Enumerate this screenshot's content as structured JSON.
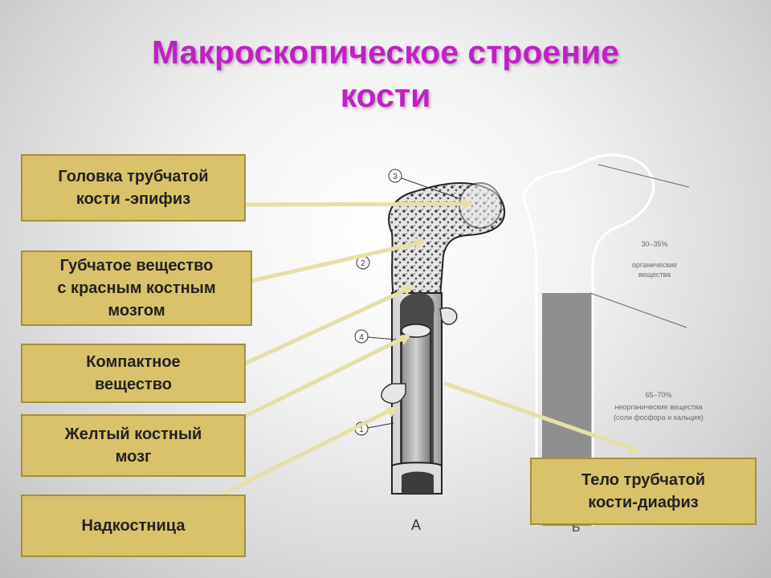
{
  "title": {
    "line1": "Макроскопическое строение",
    "line2": "кости"
  },
  "labels": {
    "epiphysis": "Головка трубчатой\nкости -эпифиз",
    "spongy": "Губчатое вещество\nс красным костным\nмозгом",
    "compact": "Компактное\nвещество",
    "yellow_marrow": "Желтый костный\nмозг",
    "periosteum": "Надкостница",
    "diaphysis": "Тело трубчатой\nкости-диафиз"
  },
  "diagram": {
    "markers": [
      "3",
      "2",
      "4",
      "1"
    ],
    "fig_a": "А",
    "fig_b": "Б",
    "organic_pct": "30–35%",
    "organic_text": "органические\nвещества",
    "inorganic_pct": "65–70%",
    "inorganic_text": "неорганические вещества\n(соли фосфора и кальция)"
  },
  "colors": {
    "title": "#c21fc8",
    "box_fill": "#d8c36a",
    "box_border": "#a48f3c",
    "pointer": "#e6dfa8"
  }
}
